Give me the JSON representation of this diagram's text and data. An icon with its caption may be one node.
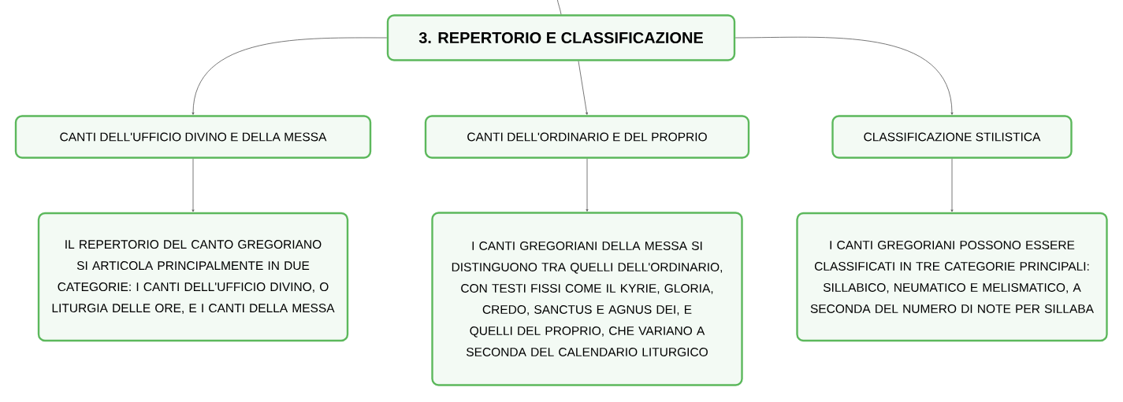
{
  "diagram": {
    "nodes": [
      {
        "text": [
          "3. REPERTORIO E CLASSIFICAZIONE"
        ]
      },
      {
        "text": [
          "CANTI DELL'UFFICIO DIVINO E DELLA MESSA"
        ]
      },
      {
        "text": [
          "CANTI DELL'ORDINARIO E DEL PROPRIO"
        ]
      },
      {
        "text": [
          "CLASSIFICAZIONE STILISTICA"
        ]
      },
      {
        "text": [
          "IL REPERTORIO DEL CANTO GREGORIANO SI ARTICOLA PRINCIPALMENTE IN DUE CATEGORIE: I CANTI DELL'UFFICIO DIVINO, O LITURGIA DELLE ORE, E I CANTI DELLA MESSA"
        ]
      },
      {
        "text": [
          "I CANTI GREGORIANI DELLA MESSA SI DISTINGUONO TRA QUELLI DELL'ORDINARIO, CON TESTI FISSI COME IL KYRIE, GLORIA, CREDO, SANCTUS E AGNUS DEI, E QUELLI DEL PROPRIO, CHE VARIANO A SECONDA DEL CALENDARIO LITURGICO"
        ]
      },
      {
        "text": [
          "I CANTI GREGORIANI POSSONO ESSERE CLASSIFICATI IN TRE CATEGORIE PRINCIPALI: SILLABICO, NEUMATICO E MELISMATICO, A SECONDA DEL NUMERO DI NOTE PER SILLABA"
        ]
      }
    ],
    "edges": [
      {
        "from": null,
        "to": 0,
        "arrow": "none"
      },
      {
        "from": 0,
        "to": 1,
        "arrow": "to"
      },
      {
        "from": 0,
        "to": 2,
        "arrow": "to"
      },
      {
        "from": 0,
        "to": 3,
        "arrow": "to"
      },
      {
        "from": 1,
        "to": 4,
        "arrow": "to"
      },
      {
        "from": 2,
        "to": 5,
        "arrow": "to"
      },
      {
        "from": 3,
        "to": 6,
        "arrow": "to"
      }
    ]
  }
}
